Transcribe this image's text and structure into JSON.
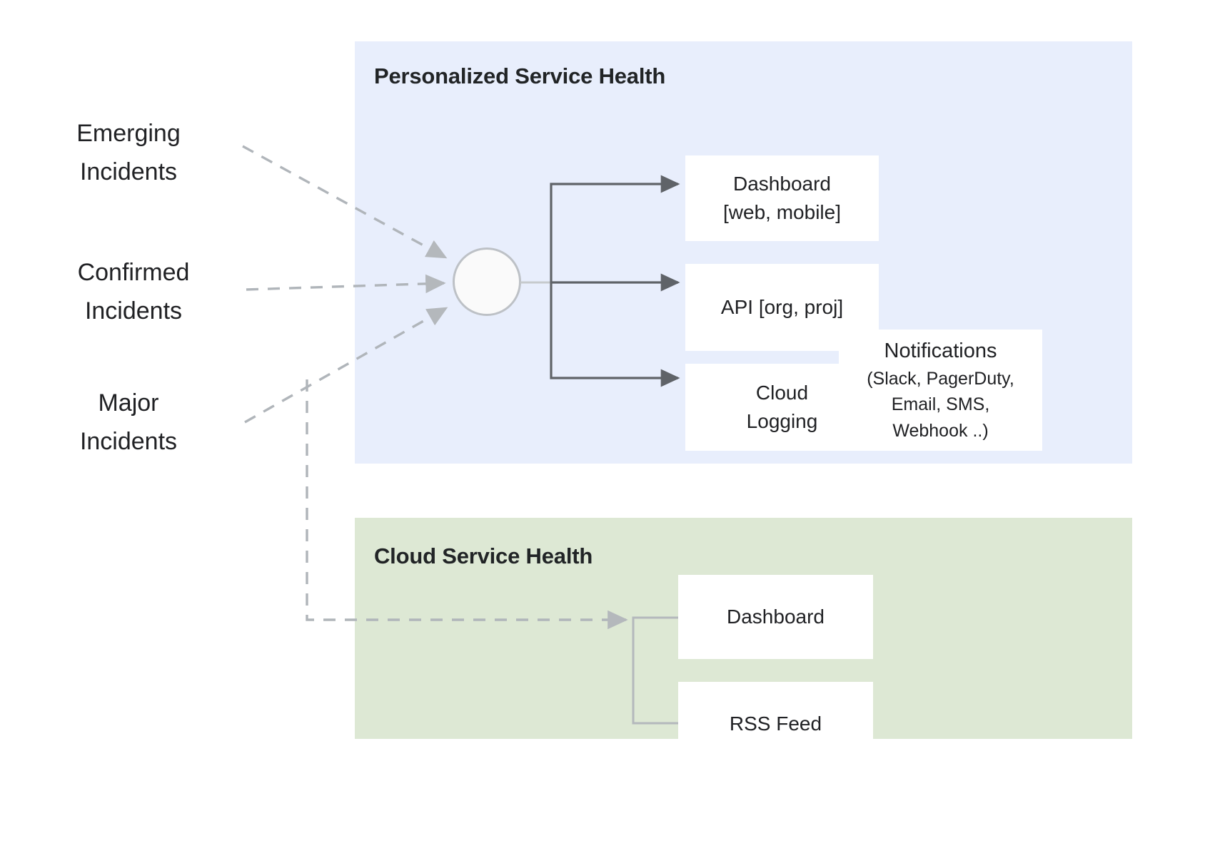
{
  "diagram": {
    "title_hidden": "",
    "colors": {
      "personalized_panel_bg": "#e8eefc",
      "cloud_panel_bg": "#dde8d4",
      "box_bg": "#ffffff",
      "text": "#202124",
      "solid_arrow": "#5f6368",
      "dashed_arrow": "#b0b5ba",
      "node_circle_fill": "#fafafa",
      "node_circle_stroke": "#bdc1c6"
    }
  },
  "inputs": [
    {
      "id": "emerging",
      "label": "Emerging\nIncidents",
      "line1": "Emerging",
      "line2": "Incidents"
    },
    {
      "id": "confirmed",
      "label": "Confirmed\nIncidents",
      "line1": "Confirmed",
      "line2": "Incidents"
    },
    {
      "id": "major",
      "label": "Major\nIncidents",
      "line1": "Major",
      "line2": "Incidents"
    }
  ],
  "panels": [
    {
      "id": "personalized-service-health",
      "title": "Personalized Service Health",
      "boxes": [
        {
          "id": "dashboard-web-mobile",
          "line1": "Dashboard",
          "line2": "[web, mobile]"
        },
        {
          "id": "api-org-proj",
          "line1": "API [org, proj]",
          "line2": ""
        },
        {
          "id": "cloud-logging",
          "line1": "Cloud",
          "line2": "Logging"
        },
        {
          "id": "notifications",
          "line1": "Notifications",
          "sub1": "(Slack, PagerDuty,",
          "sub2": "Email, SMS,",
          "sub3": "Webhook ..)"
        }
      ]
    },
    {
      "id": "cloud-service-health",
      "title": "Cloud Service Health",
      "boxes": [
        {
          "id": "dashboard",
          "line1": "Dashboard",
          "line2": ""
        },
        {
          "id": "rss-feed",
          "line1": "RSS Feed",
          "line2": ""
        }
      ]
    }
  ],
  "edges": [
    {
      "from": "emerging",
      "to": "aggregator",
      "style": "dashed"
    },
    {
      "from": "confirmed",
      "to": "aggregator",
      "style": "dashed"
    },
    {
      "from": "major",
      "to": "aggregator",
      "style": "dashed"
    },
    {
      "from": "major",
      "to": "cloud-service-health",
      "style": "dashed"
    },
    {
      "from": "aggregator",
      "to": "dashboard-web-mobile",
      "style": "solid"
    },
    {
      "from": "aggregator",
      "to": "api-org-proj",
      "style": "solid"
    },
    {
      "from": "aggregator",
      "to": "cloud-logging",
      "style": "solid"
    },
    {
      "from": "cloud-logging",
      "to": "notifications",
      "style": "solid-light"
    },
    {
      "from": "cloud-service-health",
      "to": "dashboard",
      "style": "solid-light"
    },
    {
      "from": "cloud-service-health",
      "to": "rss-feed",
      "style": "solid-light"
    }
  ]
}
